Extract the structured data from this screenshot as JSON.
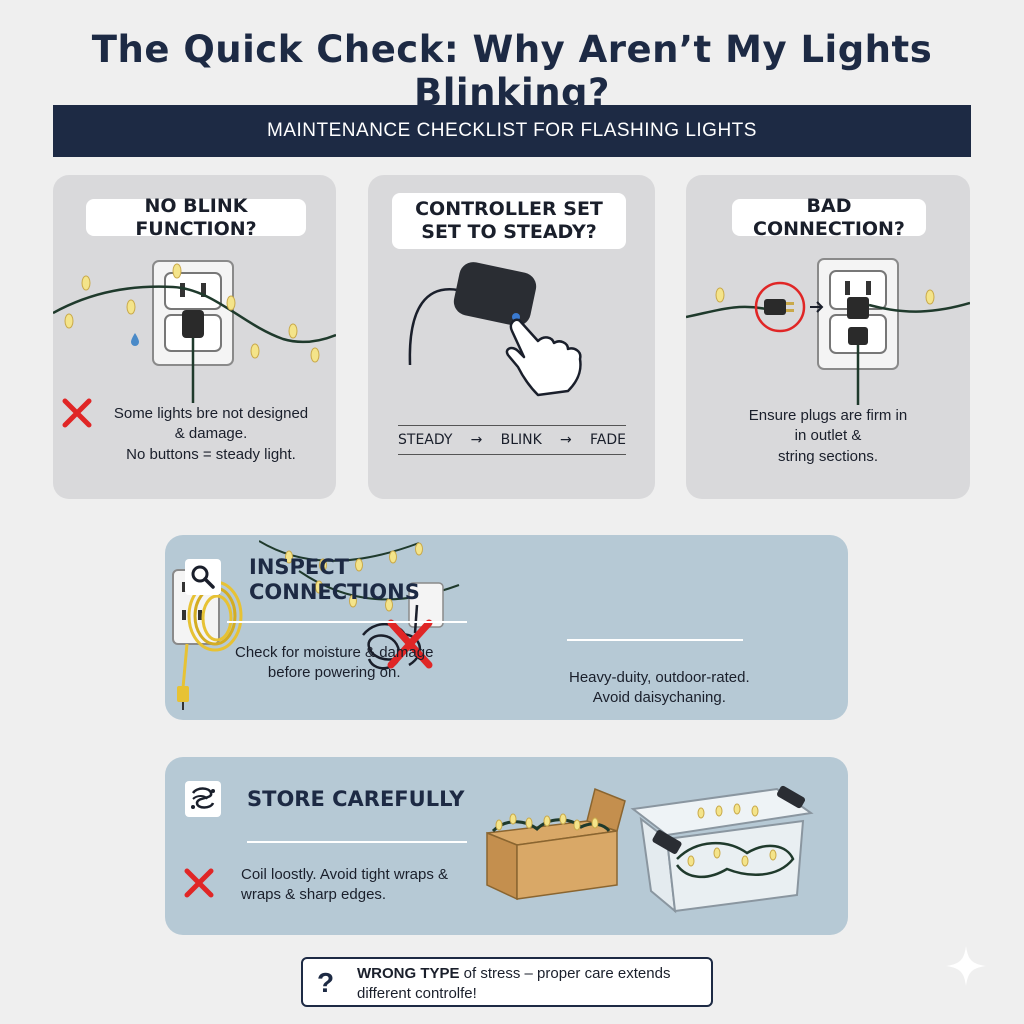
{
  "title": "The Quick Check: Why Aren’t My Lights Blinking?",
  "banner": "MAINTENANCE CHECKLIST FOR FLASHING LIGHTS",
  "cards": [
    {
      "heading": "NO BLINK FUNCTION?",
      "text_line1": "Some lights bre not designed",
      "text_line2": "& damage.",
      "text_line3": "No buttons = steady light.",
      "status_icon": "x-mark-icon"
    },
    {
      "heading_line1": "CONTROLLER SET",
      "heading_line2": "SET TO STEADY?",
      "modes": [
        "STEADY",
        "BLINK",
        "FADE"
      ],
      "arrow": "→"
    },
    {
      "heading": "BAD CONNECTION?",
      "text_line1": "Ensure plugs are firm in",
      "text_line2": "in outlet &",
      "text_line3": "string sections."
    }
  ],
  "inspect": {
    "title_line1": "INSPECT",
    "title_line2": "CONNECTIONS",
    "icon": "magnifier-icon",
    "left_line1": "Check for moisture & damage",
    "left_line2": "before powering on.",
    "right_line1": "Heavy-duity, outdoor-rated.",
    "right_line2": "Avoid daisychaning."
  },
  "store": {
    "title": "STORE CAREFULLY",
    "icon": "coil-icon",
    "text_line1": "Coil loostly. Avoid tight wraps &",
    "text_line2": "wraps & sharp edges."
  },
  "footer": {
    "mark": "?",
    "bold": "WRONG TYPE",
    "rest_line1": " of stress – proper care extends",
    "line2": "different controlfe!"
  },
  "colors": {
    "navy": "#1d2a44",
    "card_gray": "#d9d9db",
    "panel_blue": "#b6c9d5",
    "warning_red": "#e02626",
    "bulb_yellow": "#f4e48a",
    "wire_green": "#1f3a2c",
    "cord_yellow": "#e7c234"
  }
}
